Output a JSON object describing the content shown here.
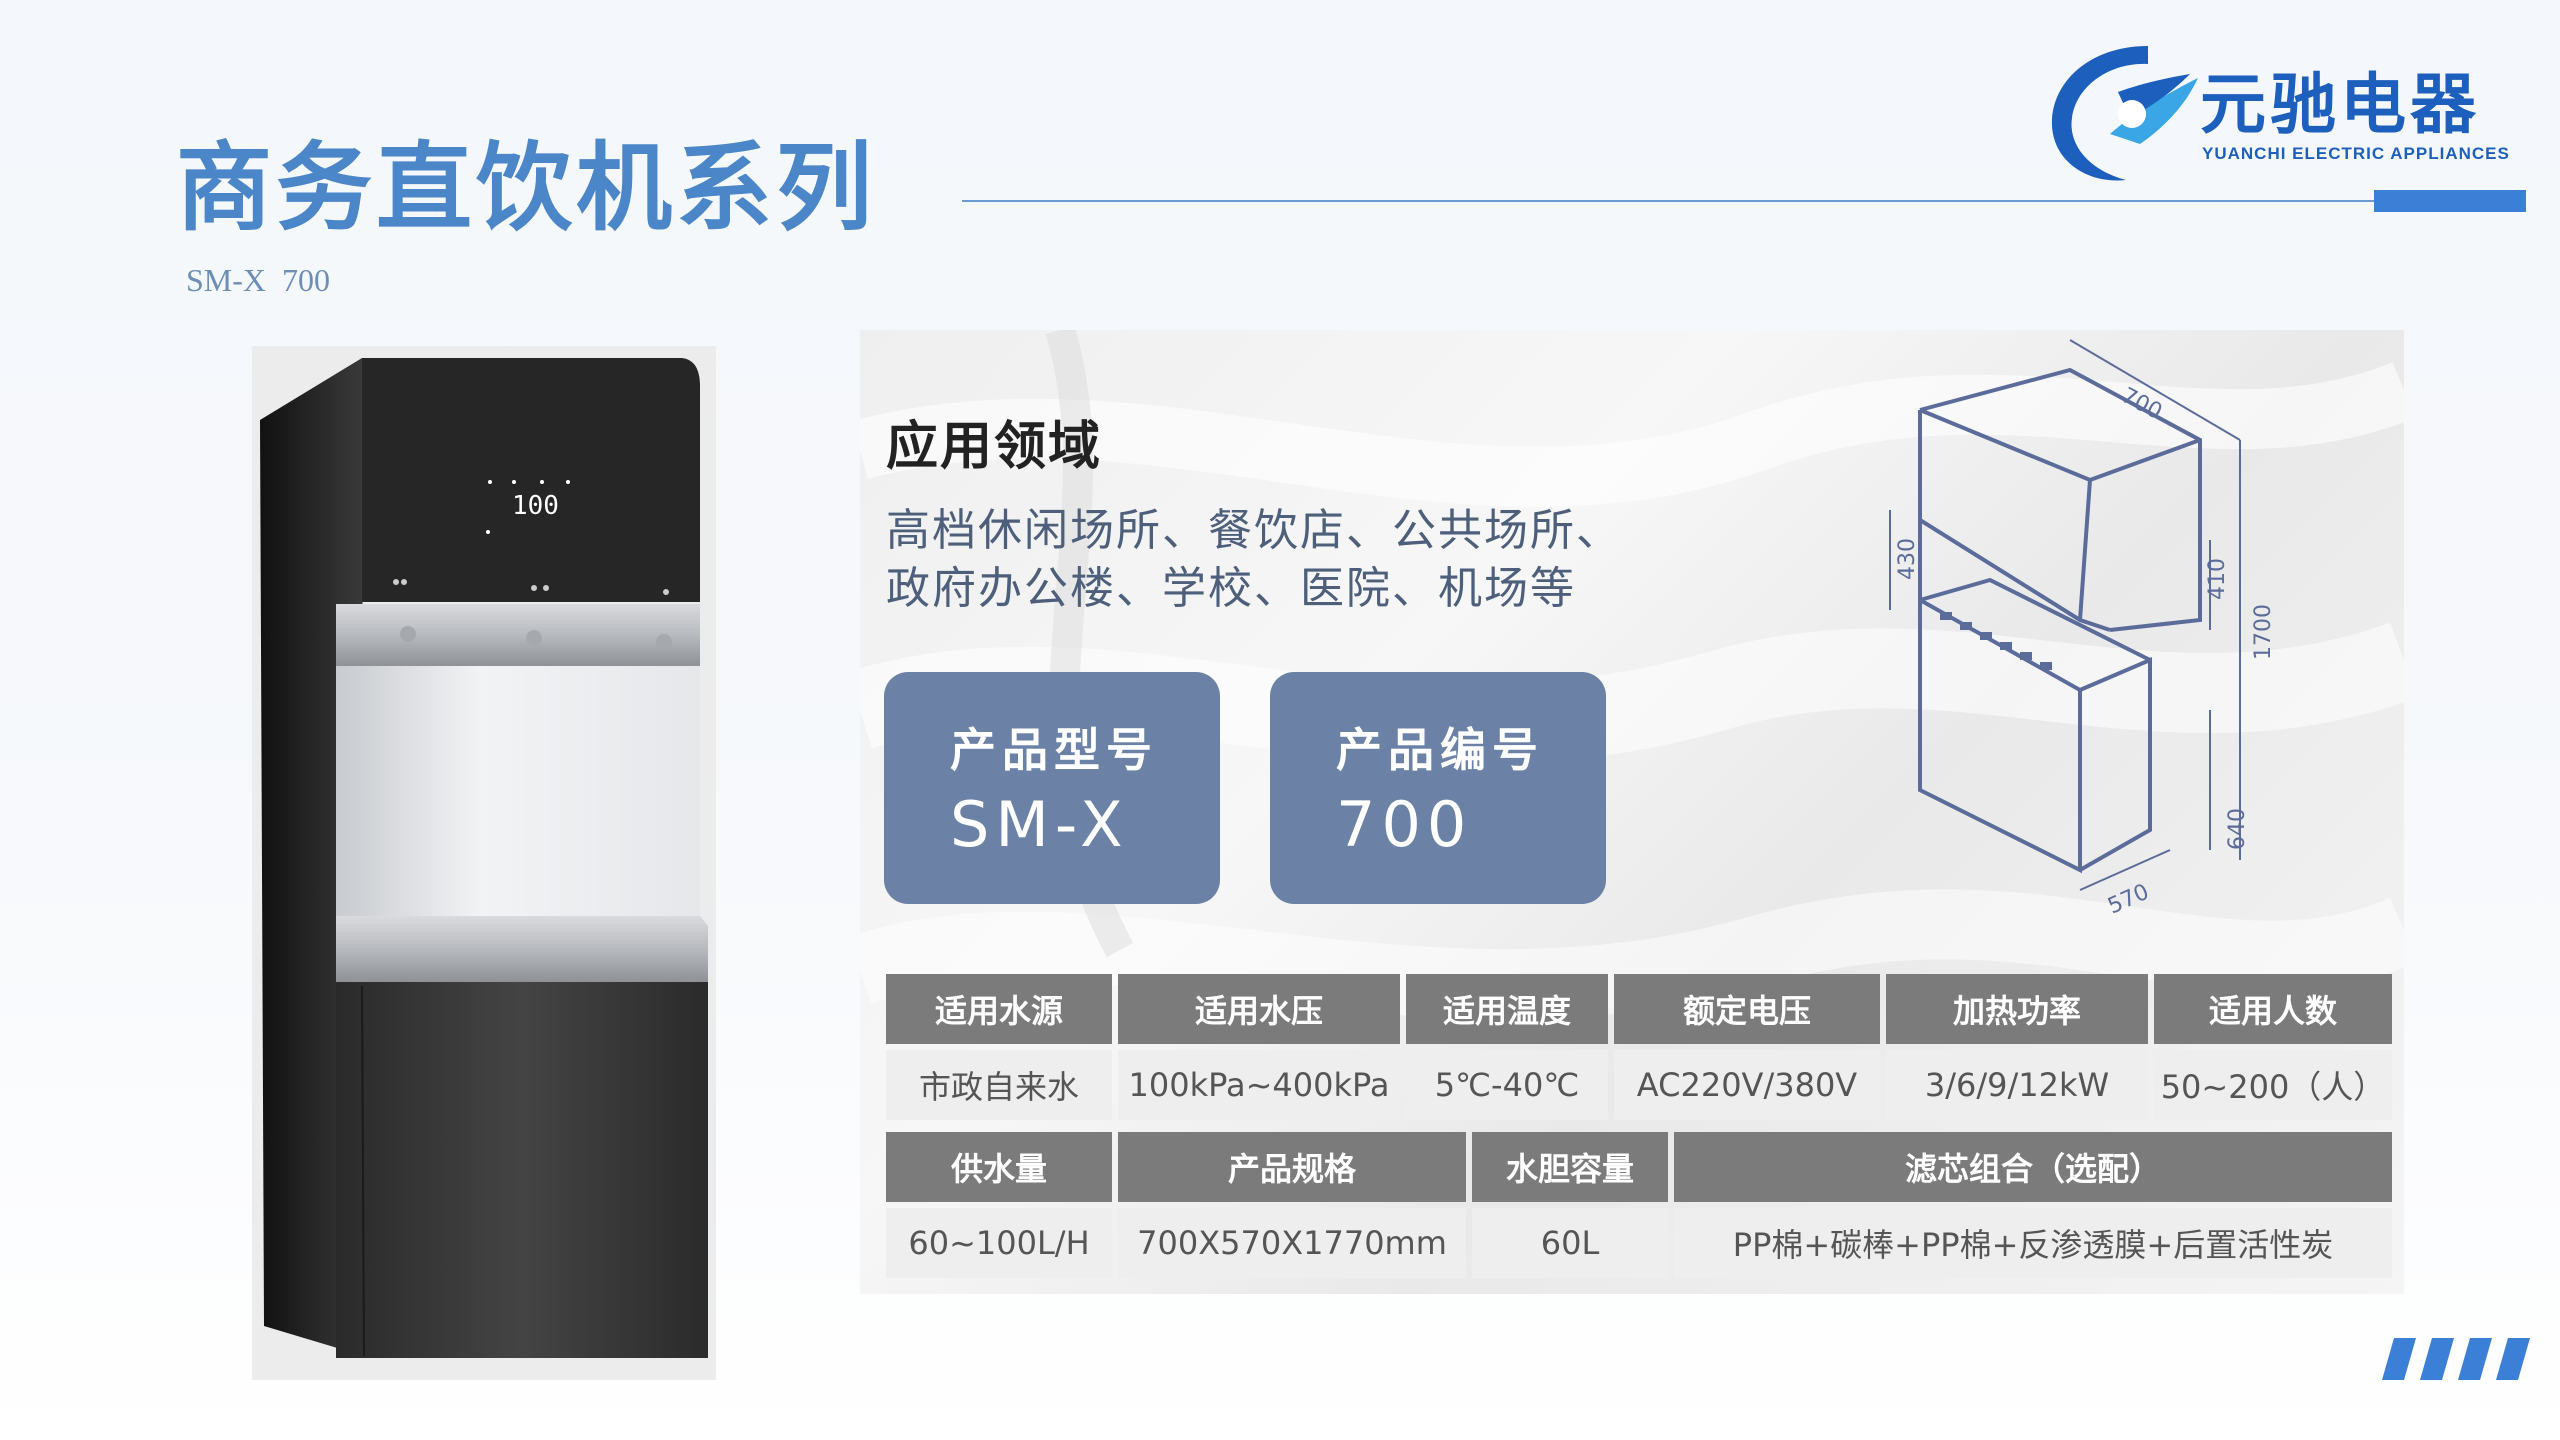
{
  "header": {
    "title": "商务直饮机系列",
    "subtitle": "SM-X  700"
  },
  "logo": {
    "name": "元驰电器",
    "subname": "YUANCHI ELECTRIC APPLIANCES",
    "icon": "yuanchi-logo-icon"
  },
  "product": {
    "display_temp": "100"
  },
  "application": {
    "title": "应用领域",
    "line1": "高档休闲场所、餐饮店、公共场所、",
    "line2": "政府办公楼、学校、医院、机场等"
  },
  "cards": {
    "model_label": "产品型号",
    "model_value": "SM-X",
    "code_label": "产品编号",
    "code_value": "700"
  },
  "diagram": {
    "width": "700",
    "depth": "570",
    "height_top": "410",
    "height_total": "1700",
    "height_bottom": "640",
    "height_left": "430"
  },
  "spec_table_1": {
    "headers": [
      "适用水源",
      "适用水压",
      "适用温度",
      "额定电压",
      "加热功率",
      "适用人数"
    ],
    "values": [
      "市政自来水",
      "100kPa~400kPa",
      "5℃-40℃",
      "AC220V/380V",
      "3/6/9/12kW",
      "50~200（人）"
    ]
  },
  "spec_table_2": {
    "headers": [
      "供水量",
      "产品规格",
      "水胆容量",
      "滤芯组合（选配）"
    ],
    "values": [
      "60~100L/H",
      "700X570X1770mm",
      "60L",
      "PP棉+碳棒+PP棉+反渗透膜+后置活性炭"
    ]
  },
  "colors": {
    "title": "#4a86c8",
    "accent": "#3b7fd6",
    "card": "#6b82a6",
    "table_header": "#7b7b7b"
  }
}
